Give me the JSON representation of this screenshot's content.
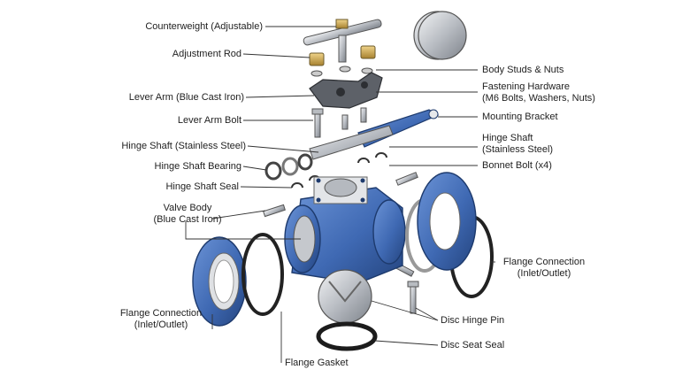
{
  "labels": {
    "counterweight": "Counterweight (Adjustable)",
    "adjustment_rod": "Adjustment Rod",
    "lever_arm": "Lever Arm (Blue Cast Iron)",
    "lever_arm_bolt": "Lever Arm Bolt",
    "hinge_shaft_left": "Hinge Shaft (Stainless Steel)",
    "hinge_shaft_bearing": "Hinge Shaft Bearing",
    "hinge_shaft_seal": "Hinge Shaft Seal",
    "valve_body_1": "Valve Body",
    "valve_body_2": "(Blue Cast Iron)",
    "flange_conn_left_1": "Flange Connection",
    "flange_conn_left_2": "(Inlet/Outlet)",
    "flange_gasket": "Flange Gasket",
    "body_studs": "Body Studs & Nuts",
    "fastening_1": "Fastening Hardware",
    "fastening_2": "(M6 Bolts, Washers, Nuts)",
    "mounting_bracket": "Mounting Bracket",
    "hinge_shaft_right_1": "Hinge Shaft",
    "hinge_shaft_right_2": "(Stainless Steel)",
    "bonnet_bolt": "Bonnet Bolt (x4)",
    "flange_conn_right_1": "Flange Connection",
    "flange_conn_right_2": "(Inlet/Outlet)",
    "disc_hinge_pin": "Disc Hinge Pin",
    "disc_seat_seal": "Disc Seat Seal"
  },
  "colors": {
    "cast_iron_blue": "#3f69b3",
    "cast_iron_dark": "#24447e",
    "steel": "#c9ccd1",
    "steel_dark": "#8a8f96",
    "brass": "#d9b45a",
    "rubber": "#2a2a2a",
    "leader": "#333333"
  }
}
